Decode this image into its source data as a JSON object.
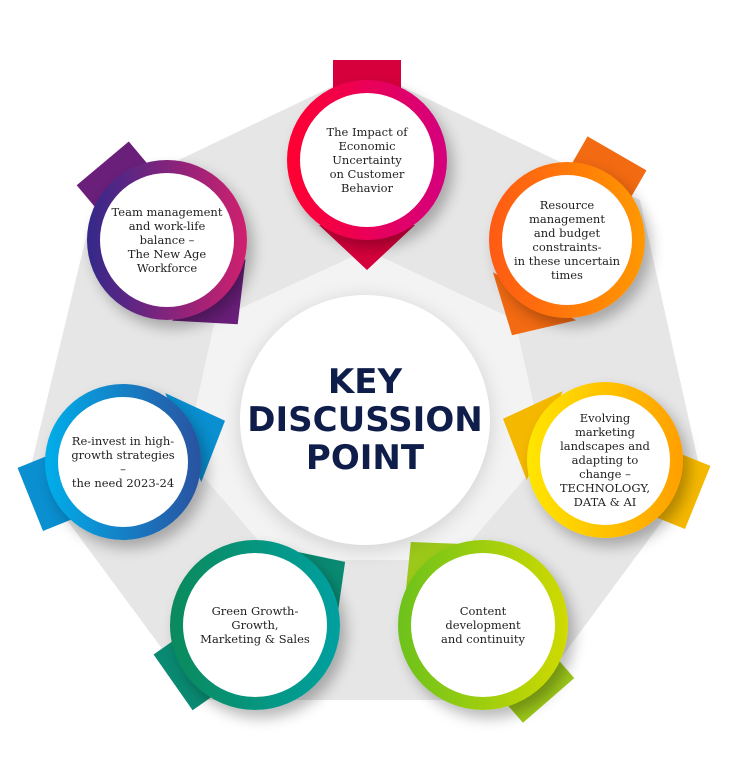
{
  "center": {
    "title": "KEY\nDISCUSSION\nPOINT"
  },
  "nodes": [
    {
      "id": "top",
      "text": "The Impact of\nEconomic Uncertainty\non Customer Behavior",
      "colors": [
        "#ff0030",
        "#d4007e"
      ],
      "arrow": "#d6003c"
    },
    {
      "id": "top-right",
      "text": "Resource management\nand budget constraints-\nin these uncertain\ntimes",
      "colors": [
        "#ff5a14",
        "#ff9800"
      ],
      "arrow": "#f26a12"
    },
    {
      "id": "right",
      "text": "Evolving marketing\nlandscapes and\nadapting to change –\nTECHNOLOGY,\nDATA & AI",
      "colors": [
        "#ffe600",
        "#ff9f00"
      ],
      "arrow": "#f5b800"
    },
    {
      "id": "bottom-right",
      "text": "Content development\nand continuity",
      "colors": [
        "#6cc21c",
        "#d0da00"
      ],
      "arrow": "#9cc81a"
    },
    {
      "id": "bottom-left",
      "text": "Green Growth- Growth,\nMarketing & Sales",
      "colors": [
        "#0b8a5c",
        "#00a0a0"
      ],
      "arrow": "#0a8a72"
    },
    {
      "id": "left",
      "text": "Re-invest in high-\ngrowth strategies –\nthe need 2023-24",
      "colors": [
        "#00aeea",
        "#2a52a0"
      ],
      "arrow": "#0a8fd0"
    },
    {
      "id": "top-left",
      "text": "Team management\nand work-life balance –\nThe New Age\nWorkforce",
      "colors": [
        "#34288a",
        "#d0206e"
      ],
      "arrow": "#6a1f7a"
    }
  ]
}
